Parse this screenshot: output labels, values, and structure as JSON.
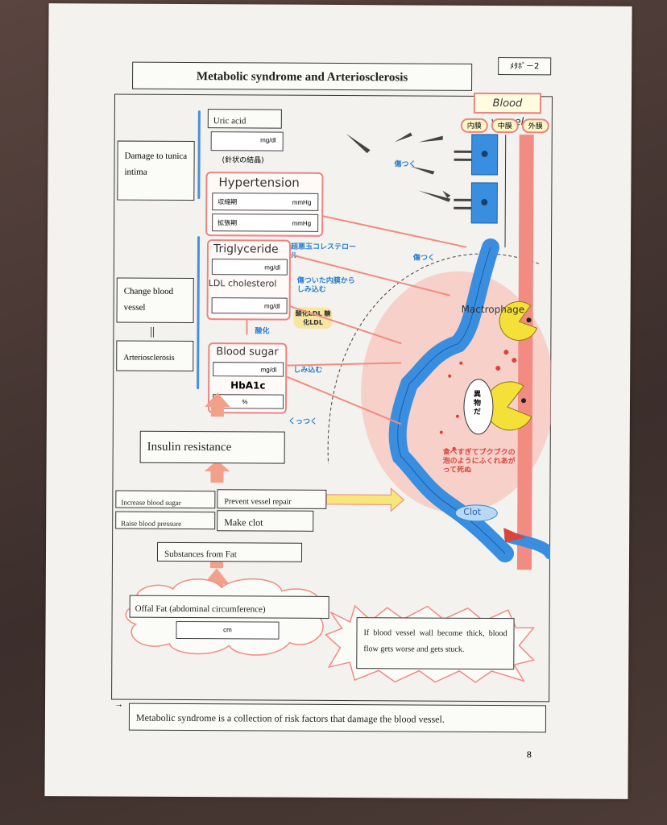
{
  "header": {
    "title": "Metabolic syndrome and Arteriosclerosis",
    "tag": "ﾒﾀﾎﾞ－2"
  },
  "left_labels": {
    "damage": "Damage to tunica intima",
    "change": "Change  blood vessel",
    "equals": "||",
    "arterio": "Arteriosclerosis"
  },
  "uric": {
    "label": "Uric acid",
    "unit": "mg/dl",
    "note": "(針状の結晶)"
  },
  "hypertension": {
    "label": "Hypertension",
    "systolic_label": "収縮期",
    "systolic_unit": "mmHg",
    "diastolic_label": "拡張期",
    "diastolic_unit": "mmHg"
  },
  "lipids": {
    "tg_label": "Triglyceride",
    "tg_unit": "mg/dl",
    "ldl_label": "LDL cholesterol",
    "ldl_unit": "mg/dl"
  },
  "sugar": {
    "label": "Blood sugar",
    "unit": "mg/dl",
    "hba1c_label": "HbA1c",
    "hba1c_unit": "%"
  },
  "annotations": {
    "oxidize": "酸化",
    "hurt1": "傷つく",
    "hurt2": "傷つく",
    "super_ldl": "超悪玉コレステロール",
    "seep_into": "傷ついた内膜からしみ込む",
    "ox_ldl": "酸化LDL 糖化LDL",
    "seep": "しみ込む",
    "stick": "くっつく",
    "foreign": "異物だ",
    "die": "食べすぎてブクブクの泡のようにふくれあがって死ぬ"
  },
  "vessel": {
    "title": "Blood vessel",
    "layer1": "内膜",
    "layer2": "中膜",
    "layer3": "外膜",
    "macrophage": "Mactrophage",
    "clot": "Clot"
  },
  "flow": {
    "insulin": "Insulin resistance",
    "inc_sugar": "Increase blood sugar",
    "prevent": "Prevent vessel repair",
    "raise_bp": "Raise blood pressure",
    "make_clot": "Make clot",
    "substances": "Substances from Fat",
    "offal": "Offal Fat (abdominal circumference)",
    "cm": "cm"
  },
  "thick_note": "If blood vessel wall become thick, blood flow gets worse and gets stuck.",
  "footer": {
    "arrow": "→",
    "summary": "Metabolic syndrome is a collection of risk factors that damage the blood vessel.",
    "page": "8"
  },
  "colors": {
    "pink": "#e9857f",
    "blue": "#2b8fd8",
    "red_vessel": "#f28b82",
    "yellow": "#f5e03a"
  }
}
